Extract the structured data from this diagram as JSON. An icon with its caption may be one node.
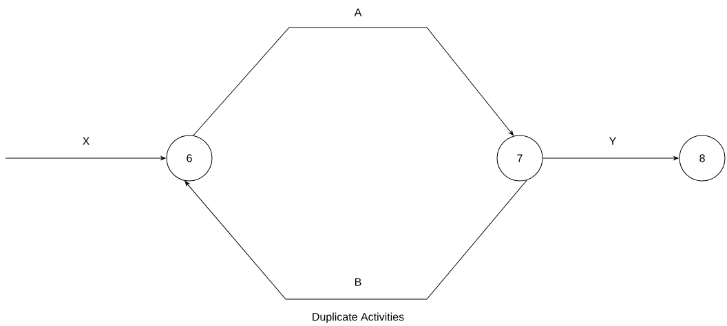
{
  "diagram": {
    "caption": "Duplicate Activities",
    "nodes": [
      {
        "text": [
          "6"
        ]
      },
      {
        "text": [
          "7"
        ]
      },
      {
        "text": [
          "8"
        ]
      }
    ],
    "edges": [
      {
        "from": null,
        "to": 0,
        "arrow": "to",
        "label": "X"
      },
      {
        "from": 0,
        "to": 1,
        "arrow": "to",
        "label": "A"
      },
      {
        "from": 1,
        "to": 0,
        "arrow": "to",
        "label": "B"
      },
      {
        "from": 1,
        "to": 2,
        "arrow": "to",
        "label": "Y"
      }
    ]
  }
}
